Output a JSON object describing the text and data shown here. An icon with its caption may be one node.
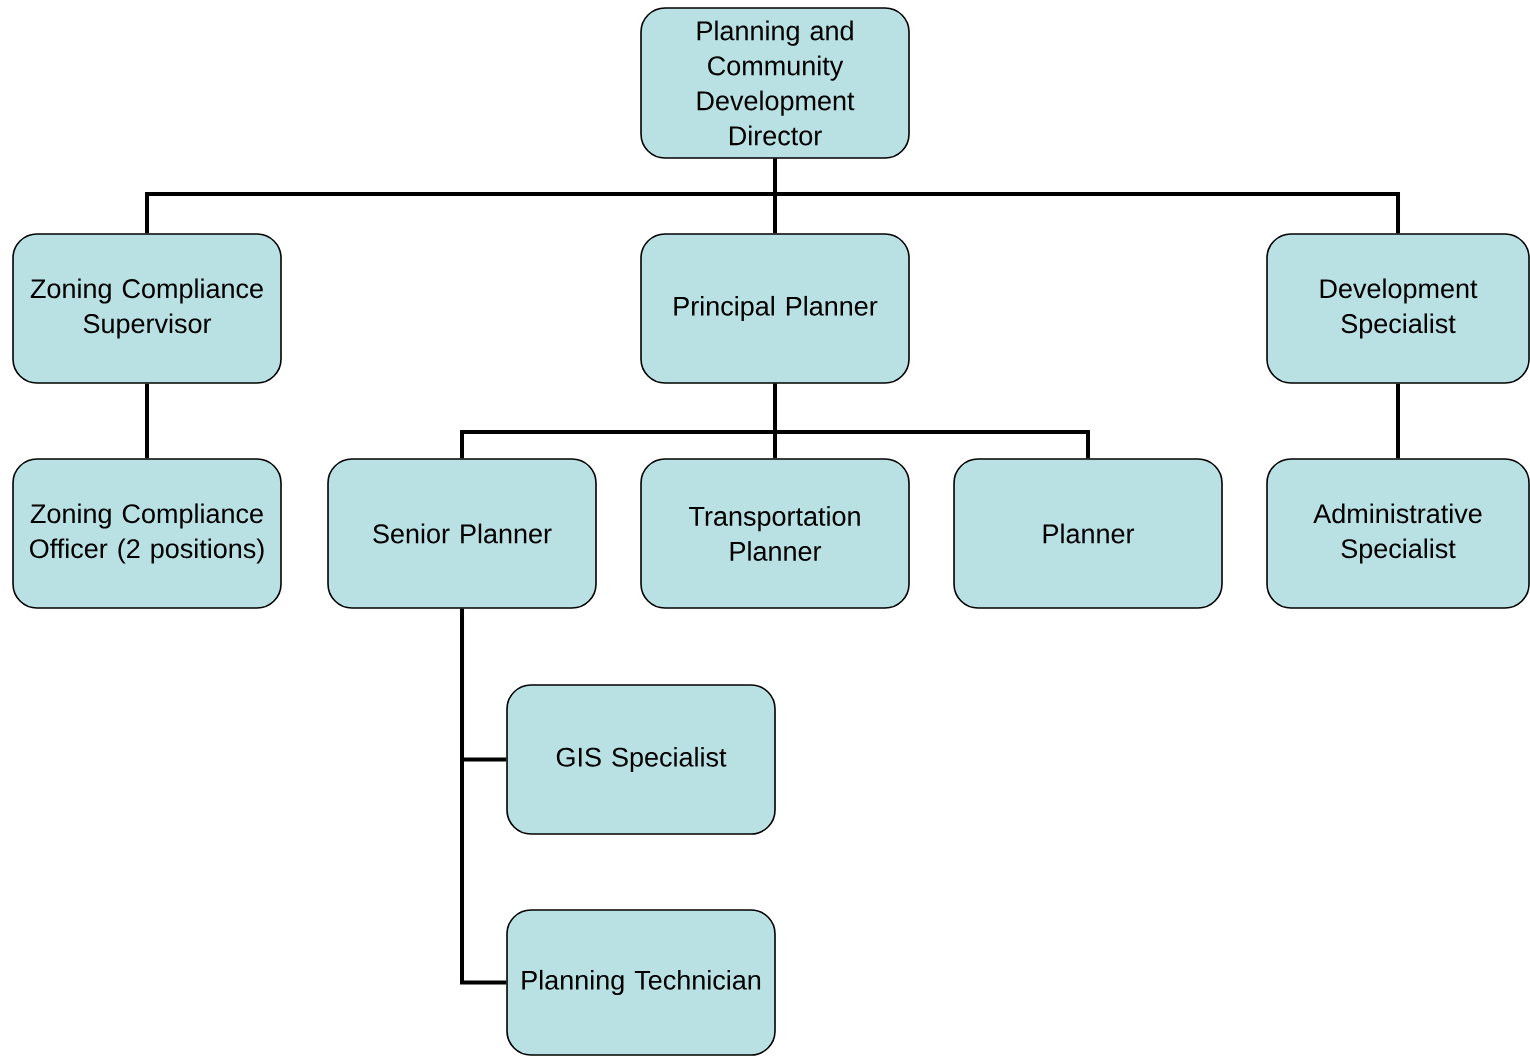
{
  "diagram": {
    "nodes": [
      {
        "text": [
          "Planning and Community Development Director"
        ]
      },
      {
        "text": [
          "Zoning Compliance Supervisor"
        ]
      },
      {
        "text": [
          "Principal Planner"
        ]
      },
      {
        "text": [
          "Development Specialist"
        ]
      },
      {
        "text": [
          "Zoning Compliance Officer (2 positions)"
        ]
      },
      {
        "text": [
          "Senior Planner"
        ]
      },
      {
        "text": [
          "Transportation Planner"
        ]
      },
      {
        "text": [
          "Planner"
        ]
      },
      {
        "text": [
          "Administrative Specialist"
        ]
      },
      {
        "text": [
          "GIS Specialist"
        ]
      },
      {
        "text": [
          "Planning Technician"
        ]
      }
    ],
    "edges": [
      {
        "from": 0,
        "to": 1,
        "arrow": "none"
      },
      {
        "from": 0,
        "to": 2,
        "arrow": "none"
      },
      {
        "from": 0,
        "to": 3,
        "arrow": "none"
      },
      {
        "from": 1,
        "to": 4,
        "arrow": "none"
      },
      {
        "from": 2,
        "to": 5,
        "arrow": "none"
      },
      {
        "from": 2,
        "to": 6,
        "arrow": "none"
      },
      {
        "from": 2,
        "to": 7,
        "arrow": "none"
      },
      {
        "from": 3,
        "to": 8,
        "arrow": "none"
      },
      {
        "from": 5,
        "to": 9,
        "arrow": "none"
      },
      {
        "from": 5,
        "to": 10,
        "arrow": "none"
      }
    ]
  }
}
